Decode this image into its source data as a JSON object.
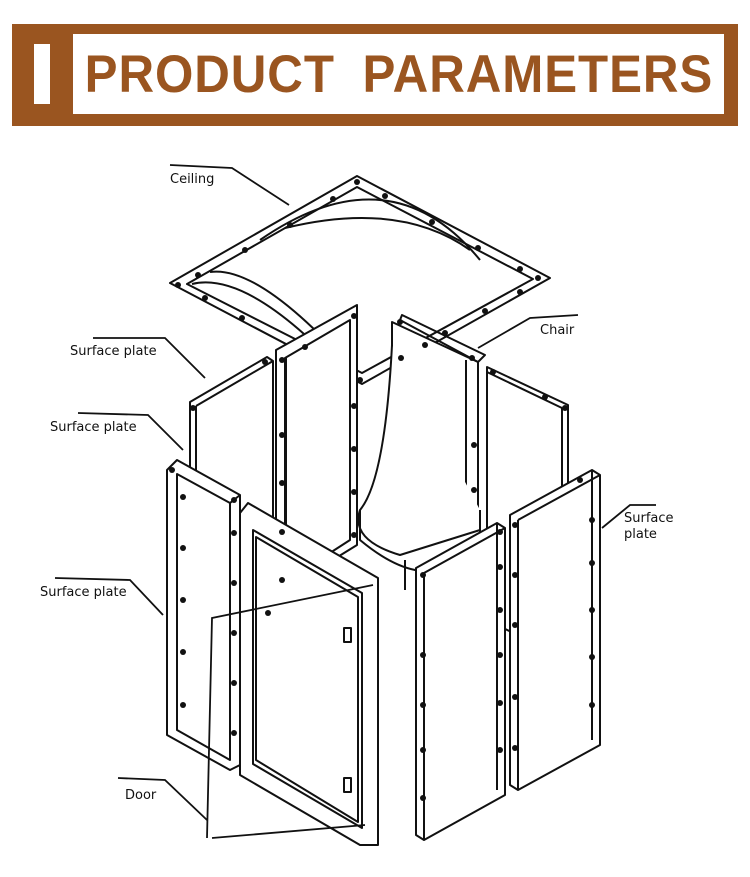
{
  "header": {
    "title": "PRODUCT PARAMETERS",
    "color": "#9a5520"
  },
  "labels": {
    "ceiling": "Ceiling",
    "chair": "Chair",
    "surface_plate_1": "Surface plate",
    "surface_plate_2": "Surface plate",
    "surface_plate_3": "Surface plate",
    "surface_plate_4_line1": "Surface",
    "surface_plate_4_line2": "plate",
    "door": "Door"
  }
}
